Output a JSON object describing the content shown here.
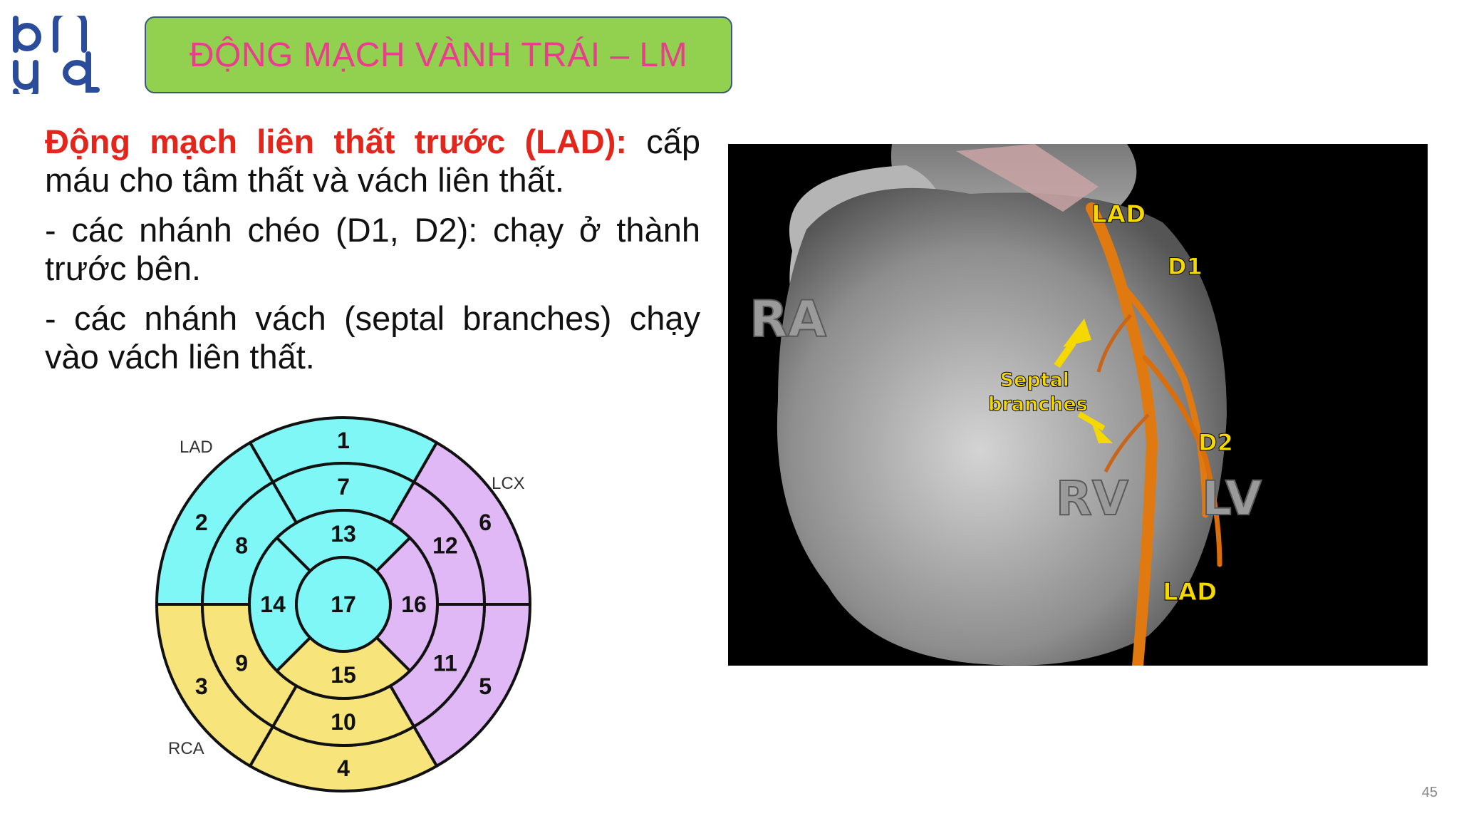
{
  "logo": {
    "icon": "bhyd-logo-icon",
    "color": "#2b4b9b"
  },
  "title": "ĐỘNG MẠCH VÀNH TRÁI – LM",
  "body": {
    "lead_bold": "Động mạch liên thất trước (LAD):",
    "lead_rest": " cấp máu cho tâm thất và vách liên thất.",
    "bullet1": "- các nhánh chéo (D1, D2): chạy ở thành trước bên.",
    "bullet2": "- các nhánh vách (septal branches) chạy vào vách liên thất."
  },
  "bullseye": {
    "labels": {
      "lad": "LAD",
      "lcx": "LCX",
      "rca": "RCA"
    },
    "segments": [
      "1",
      "2",
      "3",
      "4",
      "5",
      "6",
      "7",
      "8",
      "9",
      "10",
      "11",
      "12",
      "13",
      "14",
      "15",
      "16",
      "17"
    ],
    "colors": {
      "lad": "#7ff7f7",
      "lcx": "#e0b8f5",
      "rca": "#f7e47a"
    }
  },
  "heart_image": {
    "labels": {
      "lad_top": "LAD",
      "d1": "D1",
      "ra": "RA",
      "septal": "Septal branches",
      "d2": "D2",
      "rv": "RV",
      "lv": "LV",
      "lad_bottom": "LAD"
    },
    "label_color": "#f5d800"
  },
  "page_number": "45"
}
